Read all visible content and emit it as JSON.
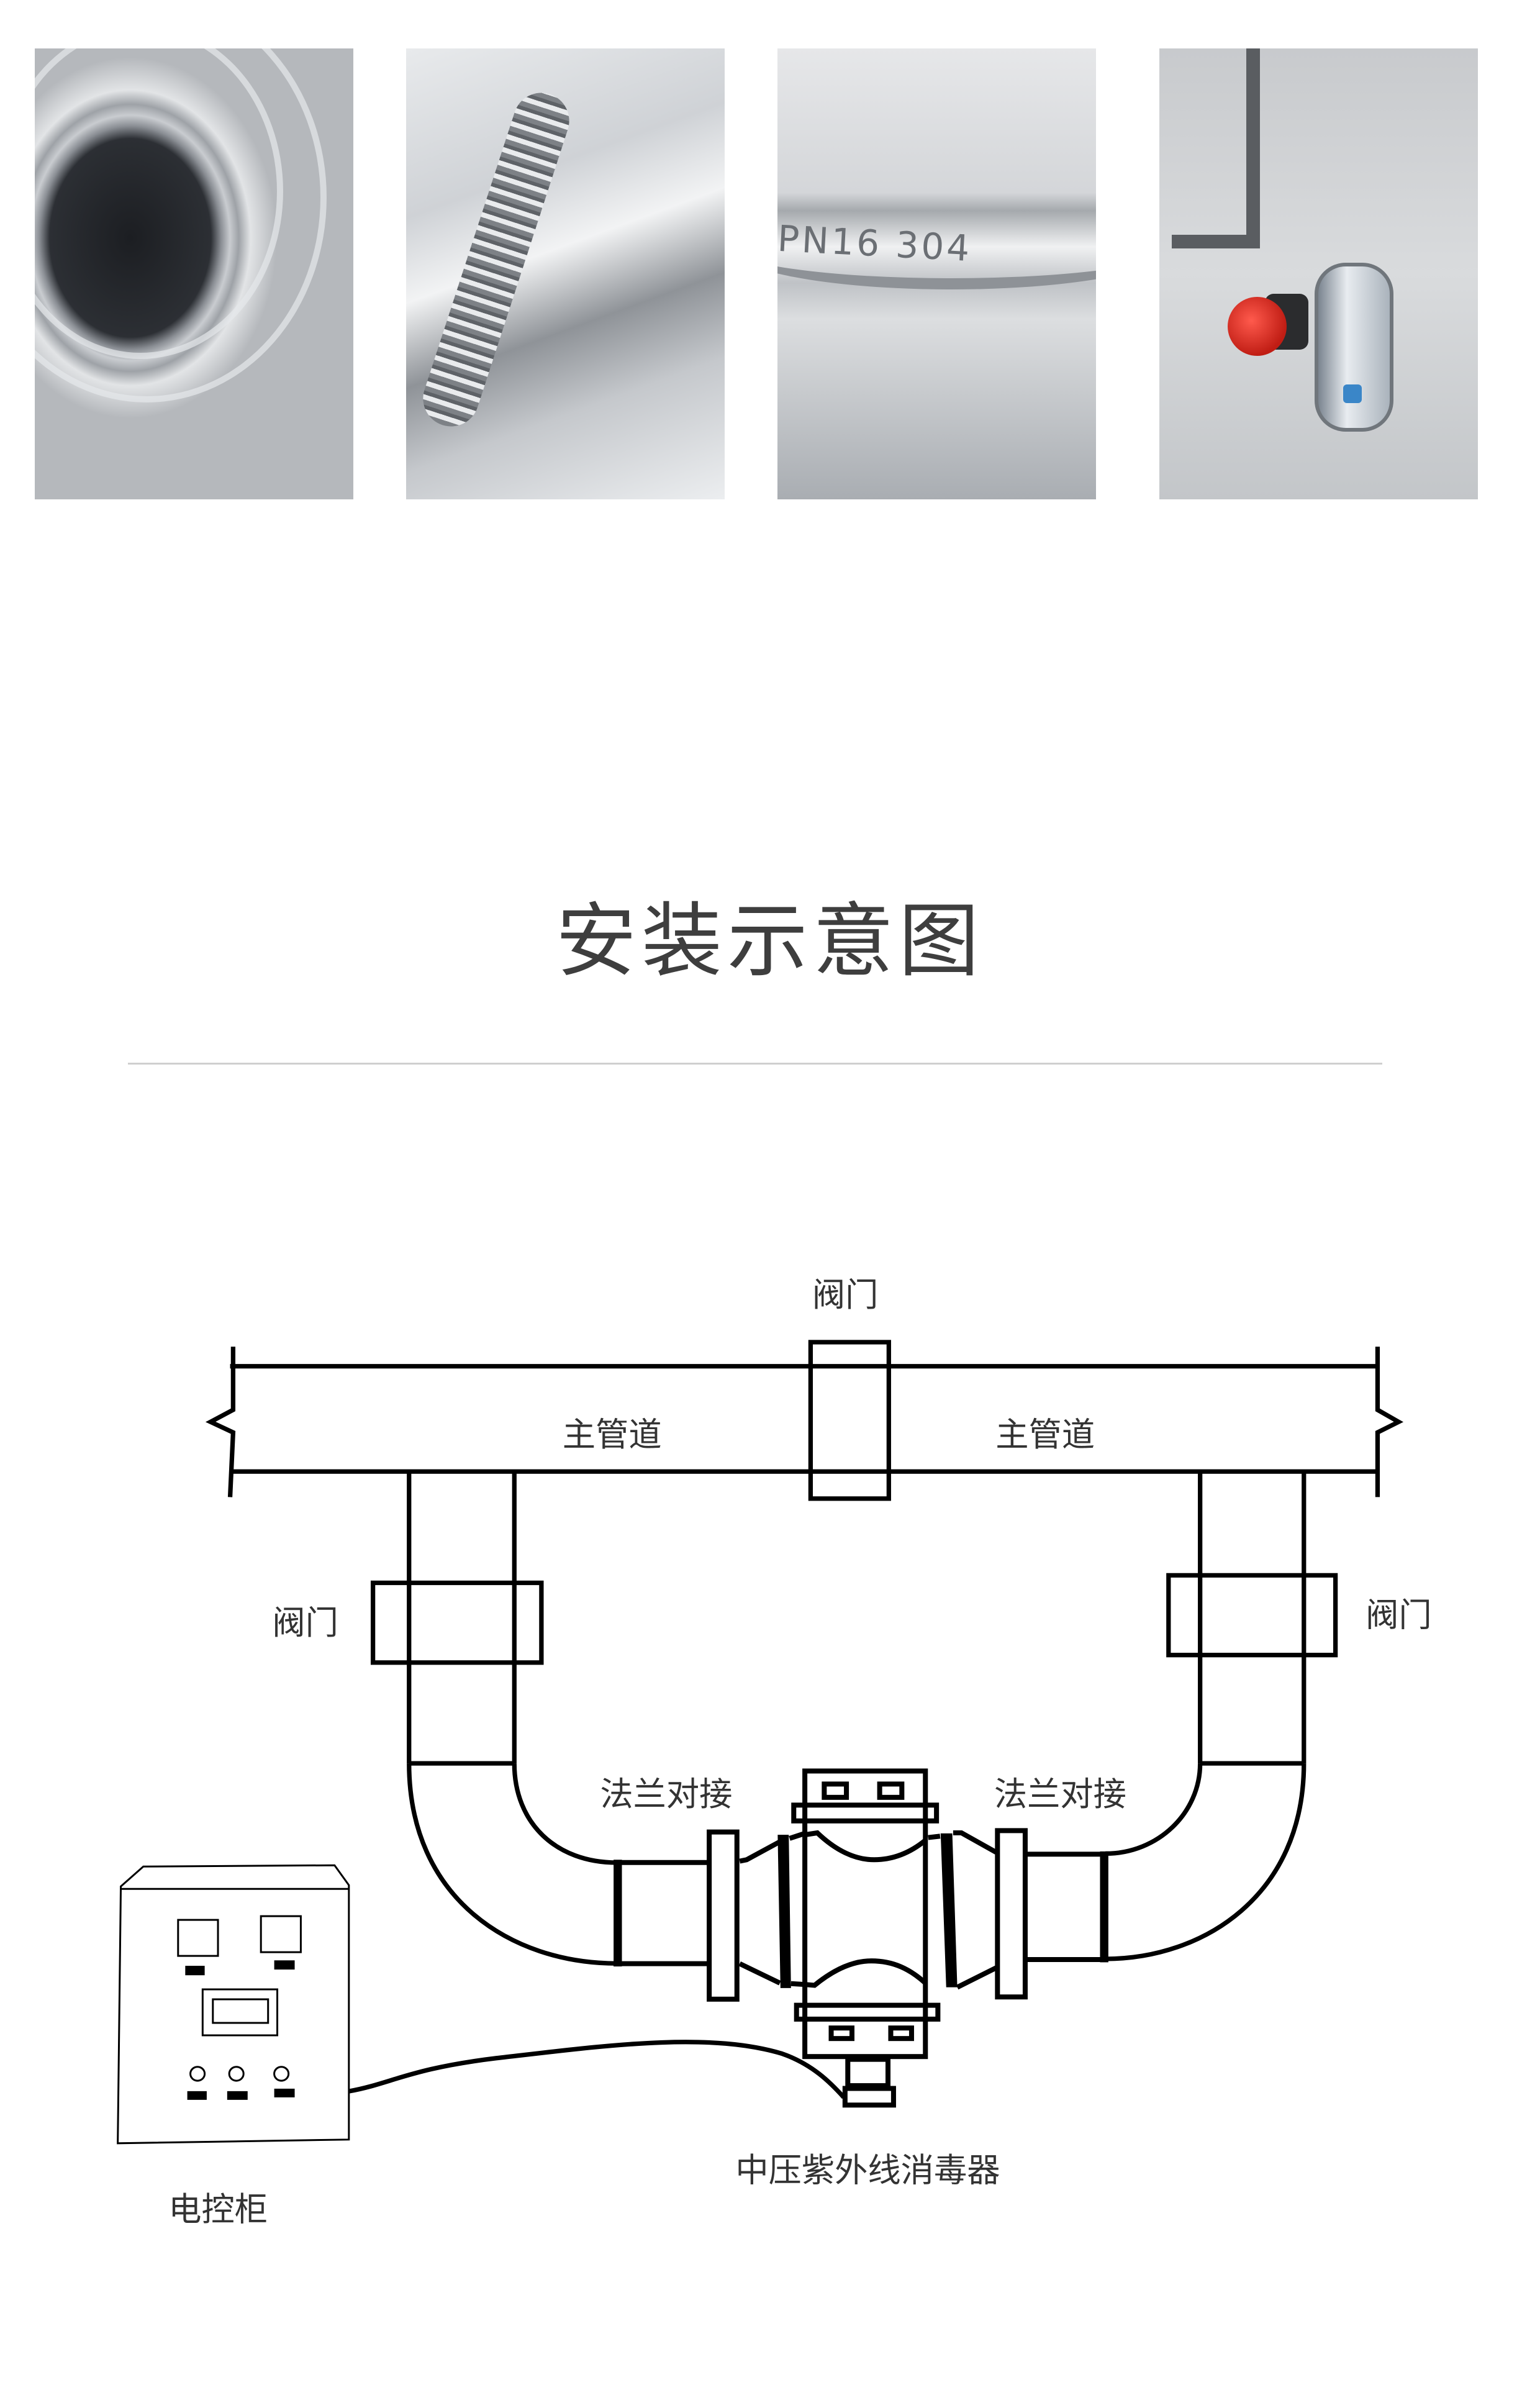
{
  "photos": [
    {
      "label": "pipe-interior-polished"
    },
    {
      "label": "pipe-weld-seam"
    },
    {
      "label": "flange-marking",
      "engraving": "PN16  304"
    },
    {
      "label": "control-cabinet-emergency-stop-and-lock"
    }
  ],
  "section": {
    "title": "安装示意图"
  },
  "diagram": {
    "valve_top": "阀门",
    "valve_left": "阀门",
    "valve_right": "阀门",
    "main_pipe_left": "主管道",
    "main_pipe_right": "主管道",
    "flange_left": "法兰对接",
    "flange_right": "法兰对接",
    "sterilizer": "中压紫外线消毒器",
    "cabinet": "电控柜"
  }
}
